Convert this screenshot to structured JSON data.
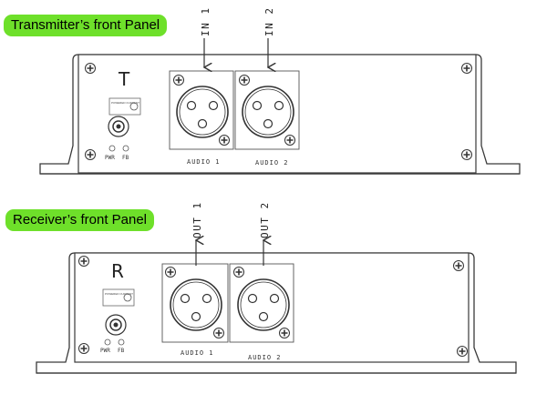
{
  "transmitter": {
    "title": "Transmitter’s front Panel",
    "unit_letter": "T",
    "port_labels": [
      "IN 1",
      "IN 2"
    ],
    "connector_labels": [
      "AUDIO 1",
      "AUDIO 2"
    ],
    "led_labels": [
      "PWR",
      "FB"
    ],
    "power_label": "POWERED\nCURRENT\nINDICATION"
  },
  "receiver": {
    "title": "Receiver’s front Panel",
    "unit_letter": "R",
    "port_labels": [
      "OUT 1",
      "OUT 2"
    ],
    "connector_labels": [
      "AUDIO 1",
      "AUDIO 2"
    ],
    "led_labels": [
      "PWR",
      "FB"
    ],
    "power_label": "POWERED\nCURRENT\nINDICATION"
  },
  "colors": {
    "badge": "#6ee02a",
    "line": "#3a3a3a"
  }
}
